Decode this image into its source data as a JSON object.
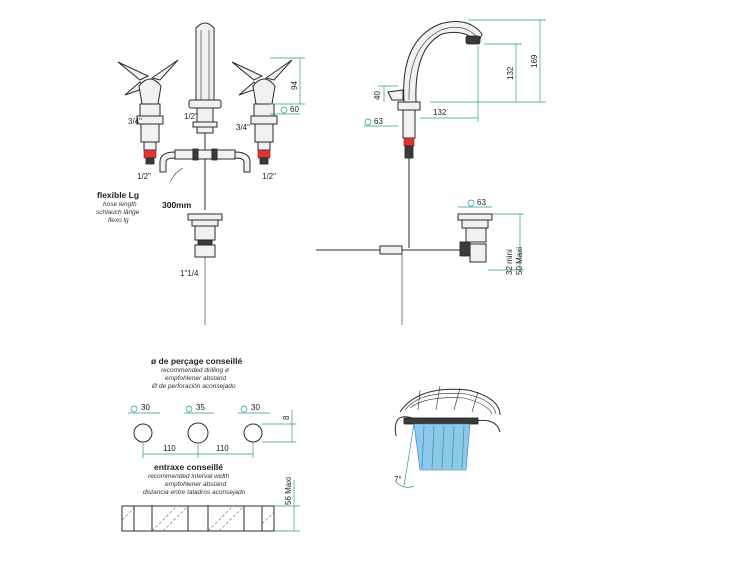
{
  "front_view": {
    "height_dim": "94",
    "spout_inlet_size": "1/2\"",
    "left_valve_size": "3/4\"",
    "right_valve_size": "3/4\"",
    "left_outlet_size": "1/2\"",
    "right_outlet_size": "1/2\"",
    "valve_diameter": "60",
    "hose_title": "flexible Lg",
    "hose_sub_1": "hose length",
    "hose_sub_2": "schlauch länge",
    "hose_sub_3": "flexo lg",
    "hose_length": "300mm",
    "waste_size": "1\"1/4"
  },
  "side_view": {
    "dim_169": "169",
    "dim_132_v": "132",
    "dim_40": "40",
    "dim_132_h": "132",
    "dim_63": "63",
    "waste_dim_63": "63",
    "waste_min": "32 mini",
    "waste_max": "50 Maxi"
  },
  "drilling": {
    "title": "ø de perçage conseillé",
    "sub_1": "recommended drilling ø",
    "sub_2": "empfohlener abstand",
    "sub_3": "Ø de perforación aconsejado",
    "hole_left": "30",
    "hole_mid": "35",
    "hole_right": "30",
    "spacing_left": "110",
    "spacing_right": "110",
    "hole_offset": "8",
    "interval_title": "entraxe conseillé",
    "interval_sub_1": "recommended interval width",
    "interval_sub_2": "empfohlener abstand",
    "interval_sub_3": "distancia entre taladros aconsejado",
    "max_thickness": "56 Maxi"
  },
  "detail": {
    "angle_label": "7°"
  }
}
